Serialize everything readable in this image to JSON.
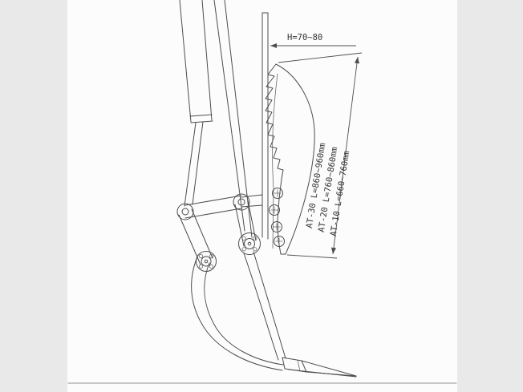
{
  "canvas": {
    "background": "#e9e9e9",
    "paper": "#fcfcfc",
    "line_color": "#4d4d4d"
  },
  "labels": {
    "height_dimension": "H=70~80",
    "length_dimensions": [
      "AT-30 L=860~960mm",
      "AT-20 L=760~860mm",
      "AT-10 L=660~760mm"
    ]
  }
}
